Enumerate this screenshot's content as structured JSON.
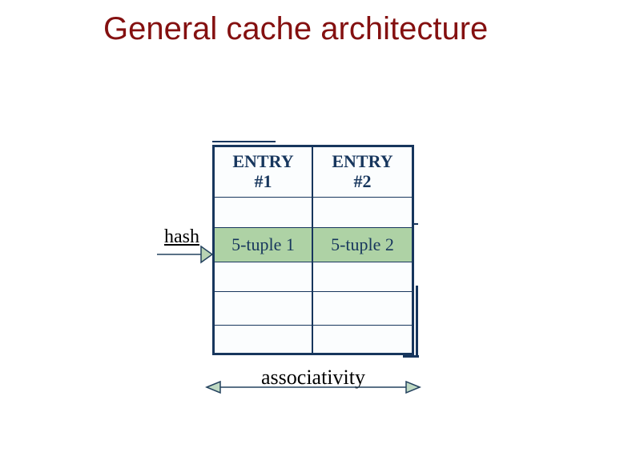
{
  "title": "General cache architecture",
  "table": {
    "headers": [
      {
        "line1": "ENTRY",
        "line2": "#1"
      },
      {
        "line1": "ENTRY",
        "line2": "#2"
      }
    ],
    "tuples": [
      "5-tuple 1",
      "5-tuple 2"
    ]
  },
  "labels": {
    "hash": "hash",
    "associativity": "associativity"
  },
  "colors": {
    "title_red": "#841010",
    "border_navy": "#17365D",
    "row_green": "#AED2A5",
    "arrowhead_green": "#BFD9C3",
    "label_black": "#000000",
    "background": "#FFFFFF"
  }
}
